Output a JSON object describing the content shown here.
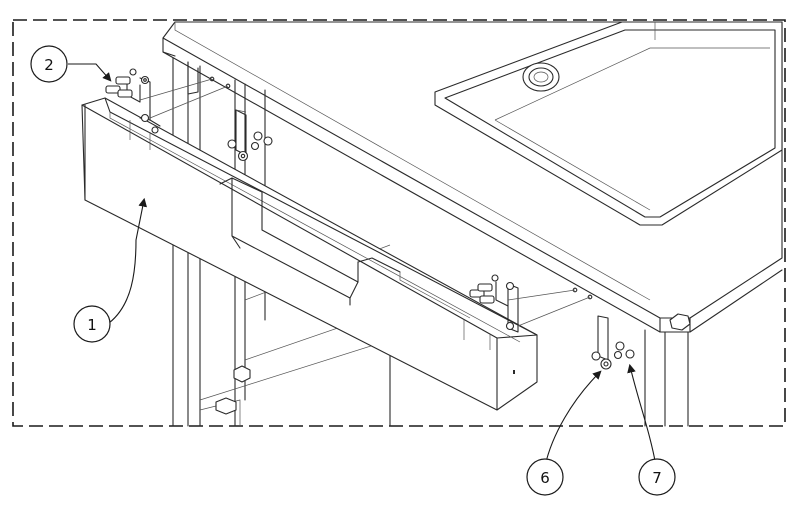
{
  "callouts": [
    {
      "label": "1"
    },
    {
      "label": "2"
    },
    {
      "label": "6"
    },
    {
      "label": "7"
    }
  ],
  "line_color": "#2a2a2a"
}
